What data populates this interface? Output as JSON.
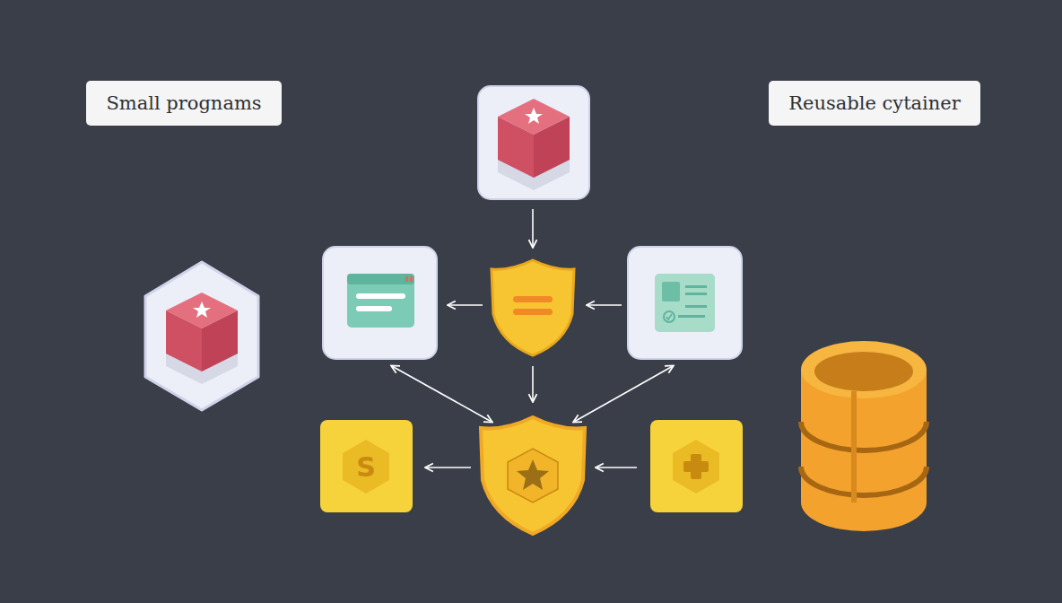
{
  "diagram": {
    "nodes": [
      {
        "text": [
          "Small prognams"
        ]
      },
      {
        "text": [
          "Reusable cytainer"
        ]
      }
    ],
    "labels": [
      "S"
    ]
  }
}
